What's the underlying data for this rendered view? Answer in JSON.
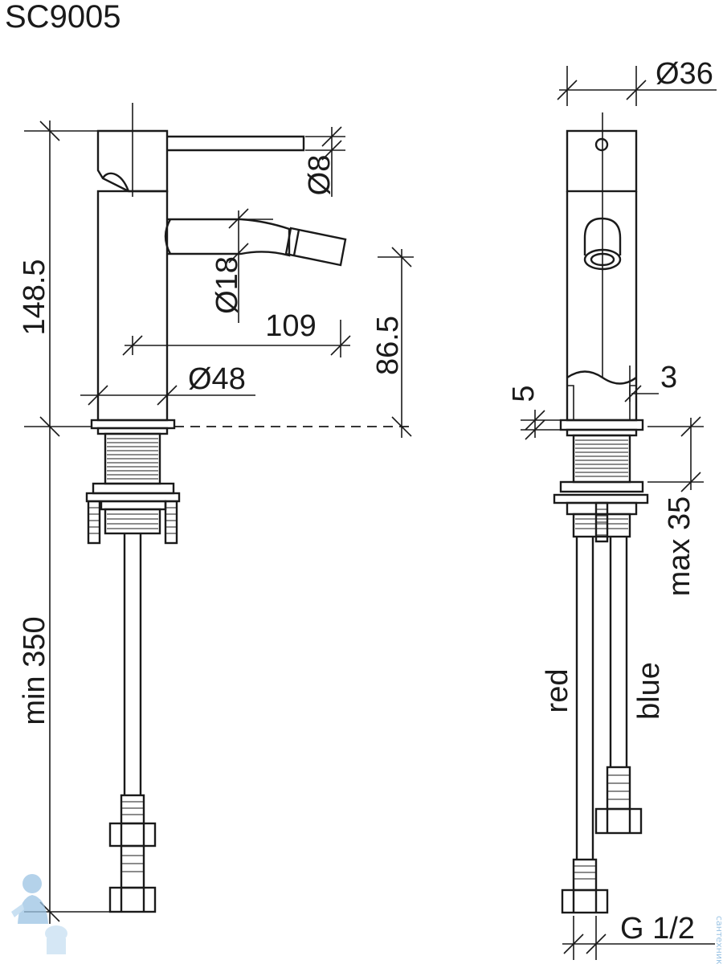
{
  "title": "SC9005",
  "dimensions": {
    "height_total": "148.5",
    "height_spout": "86.5",
    "spout_reach": "109",
    "spout_dia": "Ø18",
    "body_dia": "Ø48",
    "lever_dia": "Ø8",
    "side_dia": "Ø36",
    "hose_length": "min 350",
    "deck_thickness": "max 35",
    "dim_5": "5",
    "dim_3": "3"
  },
  "hoses": {
    "red": "red",
    "blue": "blue",
    "connection": "G 1/2"
  },
  "watermark": "сантехника.рф",
  "colors": {
    "line": "#1a1a1a",
    "background": "#ffffff",
    "watermark": "#9cc4e4"
  }
}
